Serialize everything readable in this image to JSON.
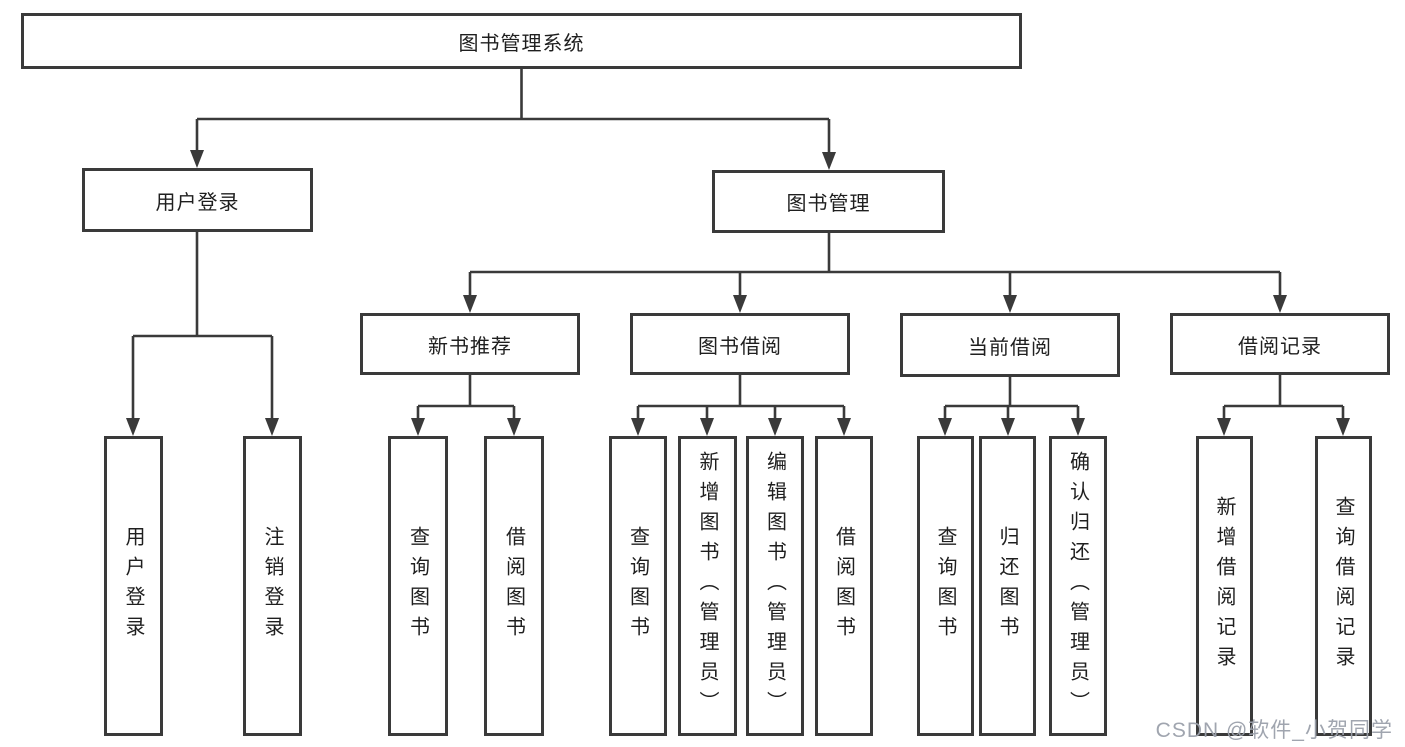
{
  "colors": {
    "line": "#3a3a3a",
    "box_border": "#3a3a3a",
    "text": "#1f1f1f",
    "watermark": "#9ba0ab",
    "background": "#ffffff"
  },
  "diagram": {
    "root": {
      "label": "图书管理系统"
    },
    "branches": [
      {
        "label": "用户登录",
        "leaves": [
          "用户登录",
          "注销登录"
        ]
      },
      {
        "label": "图书管理",
        "groups": [
          {
            "label": "新书推荐",
            "leaves": [
              "查询图书",
              "借阅图书"
            ]
          },
          {
            "label": "图书借阅",
            "leaves": [
              "查询图书",
              "新增图书（管理员）",
              "编辑图书（管理员）",
              "借阅图书"
            ]
          },
          {
            "label": "当前借阅",
            "leaves": [
              "查询图书",
              "归还图书",
              "确认归还（管理员）"
            ]
          },
          {
            "label": "借阅记录",
            "leaves": [
              "新增借阅记录",
              "查询借阅记录"
            ]
          }
        ]
      }
    ]
  },
  "watermark": {
    "text": "CSDN @软件_小贺同学"
  }
}
